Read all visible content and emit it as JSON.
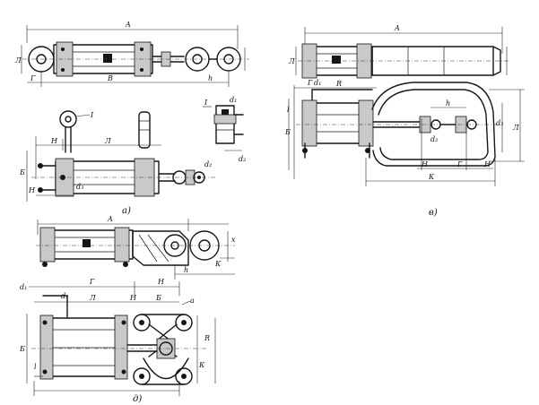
{
  "labels": {
    "A": "A",
    "B": "B",
    "R": "R",
    "P": "Г",
    "H": "Н",
    "L": "Л",
    "h": "h",
    "K": "К",
    "E": "Б",
    "a": "а",
    "l": "l",
    "d1": "d₁",
    "d2": "d₂",
    "d3": "d₃",
    "I": "I",
    "Ie": "I",
    "x": "x"
  },
  "captions": {
    "a": "а)",
    "v": "в)",
    "d": "д)"
  }
}
